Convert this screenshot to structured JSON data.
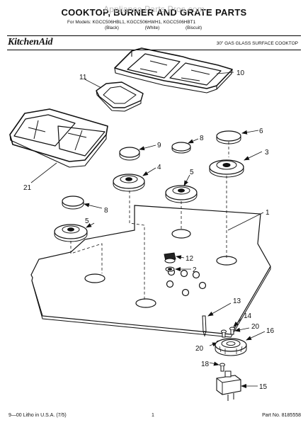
{
  "header": {
    "title": "COOKTOP, BURNER AND GRATE PARTS",
    "watermark": "Appliance Parts Pros.com",
    "models_line1": "For Models: KGCC506HBL1, KGCC506HWH1, KGCC506HBT1",
    "model_colors": [
      "(Black)",
      "(White)",
      "(Biscuit)"
    ],
    "brand": "KitchenAid",
    "subtitle": "30\" GAS GLASS SURFACE COOKTOP"
  },
  "callouts": {
    "c1": "1",
    "c2": "2",
    "c3": "3",
    "c4": "4",
    "c5a": "5",
    "c5b": "5",
    "c6": "6",
    "c8a": "8",
    "c8b": "8",
    "c9": "9",
    "c10": "10",
    "c11": "11",
    "c12": "12",
    "c13": "13",
    "c14": "14",
    "c15": "15",
    "c16": "16",
    "c18": "18",
    "c20a": "20",
    "c20b": "20",
    "c21": "21"
  },
  "footer": {
    "left": "9—00 Litho in U.S.A. (7/5)",
    "center": "1",
    "right": "Part No. 8185558"
  }
}
